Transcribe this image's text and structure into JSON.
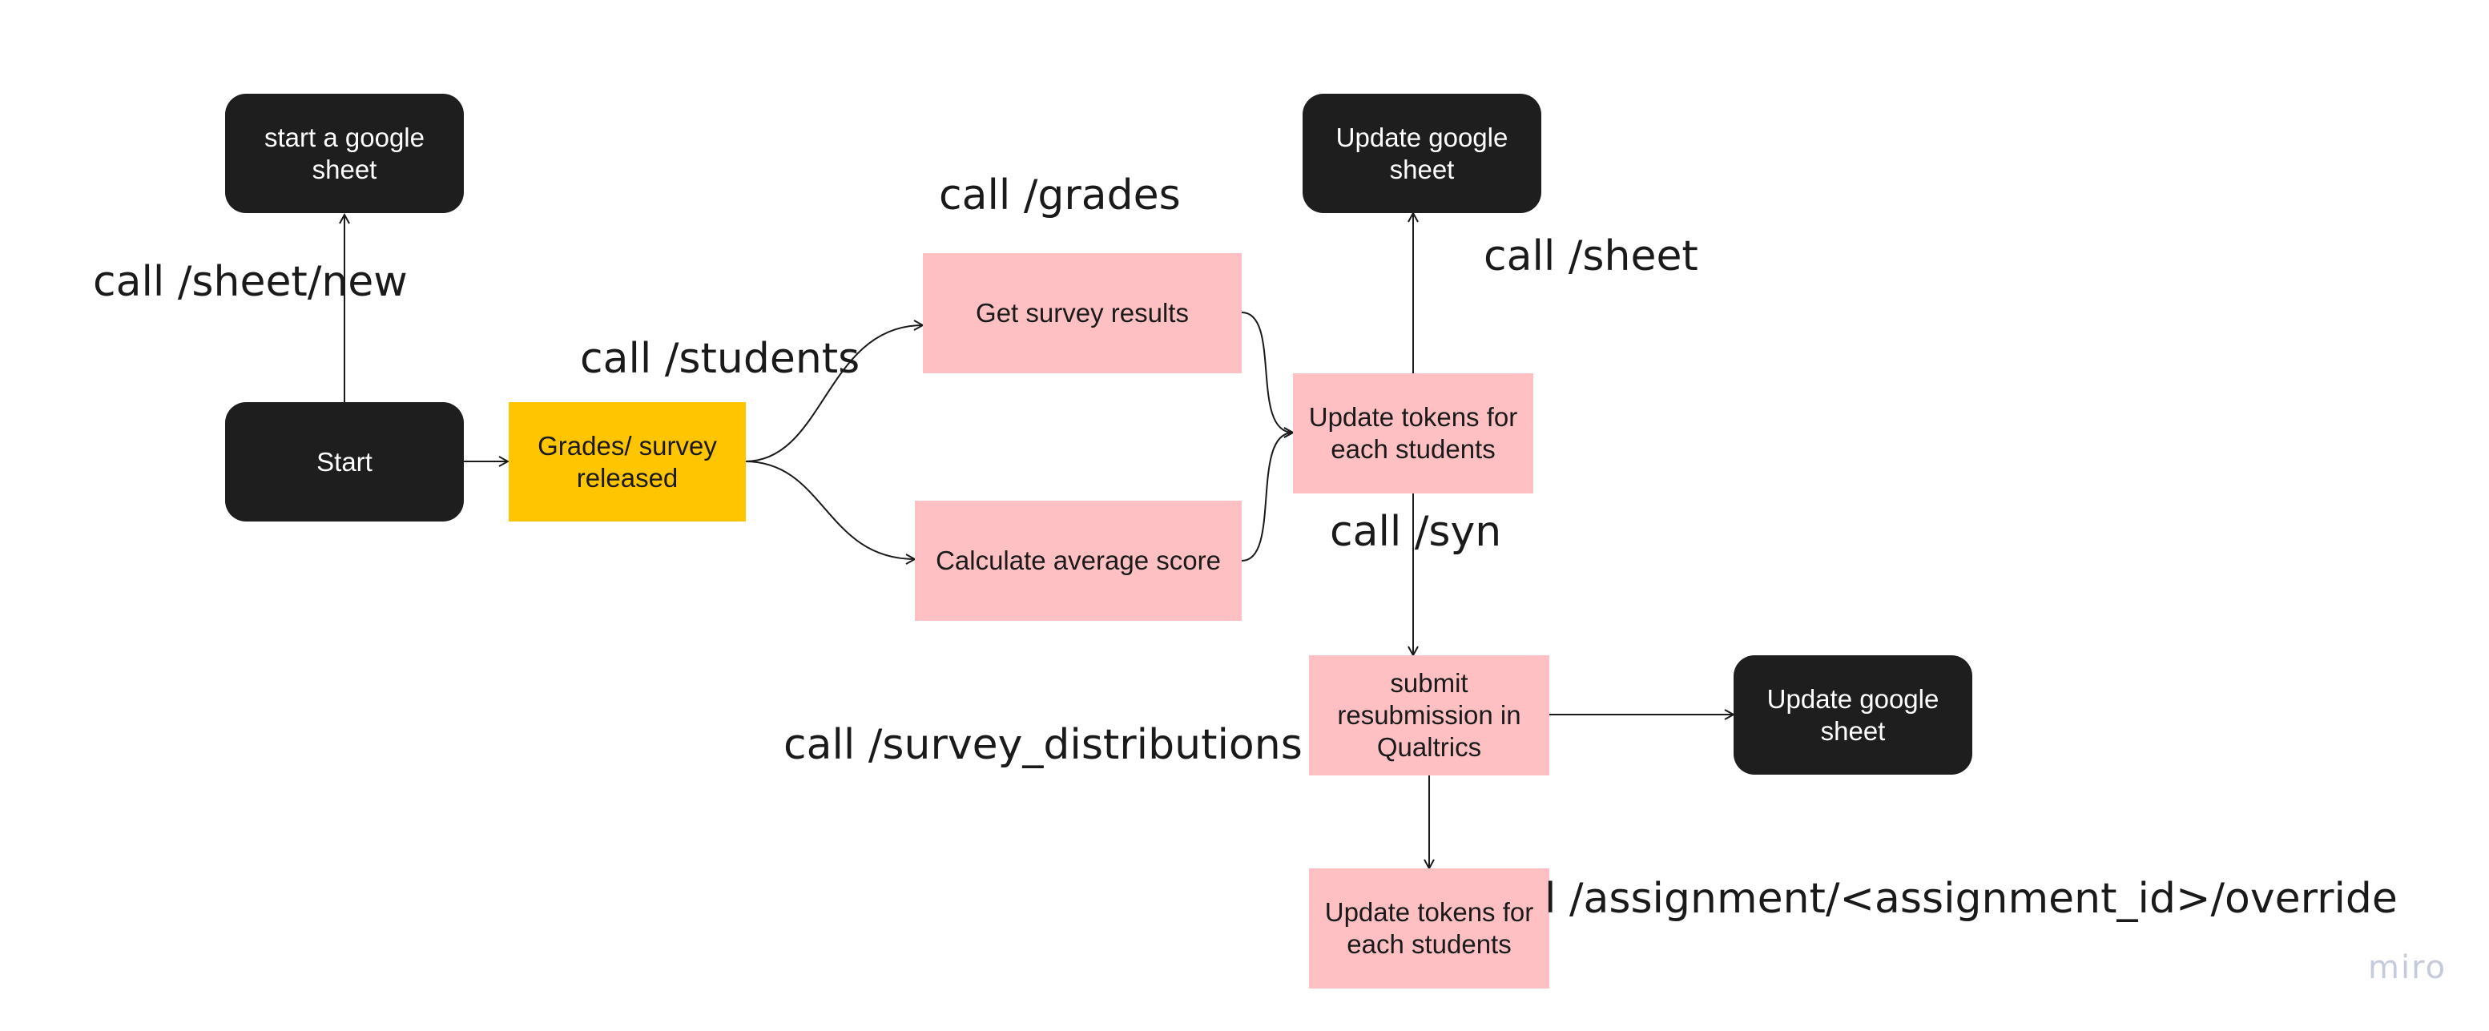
{
  "diagram": {
    "nodes": {
      "start": "Start",
      "start_sheet": "start a google\nsheet",
      "grades_released": "Grades/ survey\nreleased",
      "get_survey_results": "Get survey results",
      "calc_average": "Calculate average score",
      "update_tokens_1": "Update tokens for\neach students",
      "update_sheet_1": "Update google\nsheet",
      "submit_resubmission": "submit\nresubmission in\nQualtrics",
      "update_sheet_2": "Update google\nsheet",
      "update_tokens_2": "Update tokens for\neach students"
    },
    "edge_labels": {
      "sheet_new": "call /sheet/new",
      "students": "call /students",
      "grades": "call /grades",
      "sheet": "call /sheet",
      "syn": "call /syn",
      "survey_distributions": "call /survey_distributions",
      "override": "l /assignment/<assignment_id>/override"
    },
    "colors": {
      "dark_node": "#1e1e1e",
      "pink_node": "#ffc0c3",
      "yellow_node": "#ffc500",
      "connector": "#1a1a1a",
      "brand": "#c6cbdb"
    }
  },
  "branding": {
    "logo_text": "miro"
  }
}
